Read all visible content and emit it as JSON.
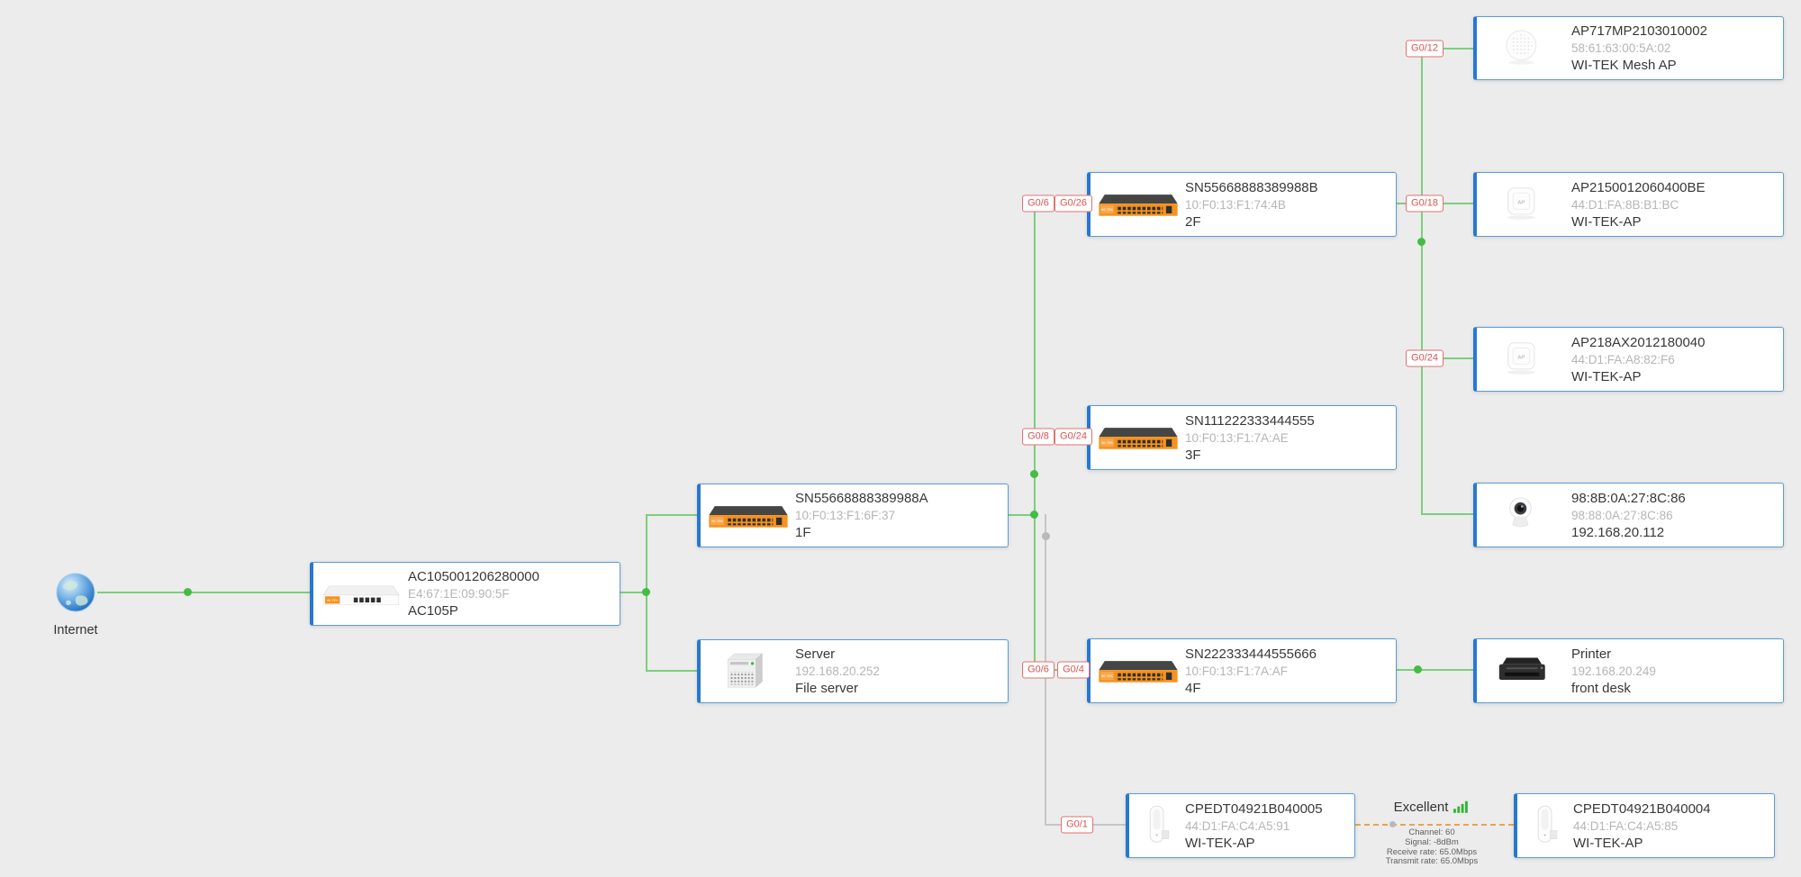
{
  "internet": {
    "label": "Internet",
    "icon": "globe-icon"
  },
  "nodes": {
    "ac": {
      "title": "AC105001206280000",
      "mac": "E4:67:1E:09:90:5F",
      "name": "AC105P",
      "icon": "router-icon"
    },
    "sw1f": {
      "title": "SN55668888389988A",
      "mac": "10:F0:13:F1:6F:37",
      "name": "1F",
      "icon": "switch-icon"
    },
    "server": {
      "title": "Server",
      "mac": "192.168.20.252",
      "name": "File server",
      "icon": "server-icon"
    },
    "sw2f": {
      "title": "SN55668888389988B",
      "mac": "10:F0:13:F1:74:4B",
      "name": "2F",
      "icon": "switch-icon"
    },
    "sw3f": {
      "title": "SN111222333444555",
      "mac": "10:F0:13:F1:7A:AE",
      "name": "3F",
      "icon": "switch-icon"
    },
    "sw4f": {
      "title": "SN222333444555666",
      "mac": "10:F0:13:F1:7A:AF",
      "name": "4F",
      "icon": "switch-icon"
    },
    "mesh_ap": {
      "title": "AP717MP2103010002",
      "mac": "58:61:63:00:5A:02",
      "name": "WI-TEK Mesh AP",
      "icon": "mesh-ap-icon"
    },
    "ap215": {
      "title": "AP2150012060400BE",
      "mac": "44:D1:FA:8B:B1:BC",
      "name": "WI-TEK-AP",
      "icon": "access-point-icon"
    },
    "ap218": {
      "title": "AP218AX2012180040",
      "mac": "44:D1:FA:A8:82:F6",
      "name": "WI-TEK-AP",
      "icon": "access-point-icon"
    },
    "camera": {
      "title": "98:8B:0A:27:8C:86",
      "mac": "98:88:0A:27:8C:86",
      "name": "192.168.20.112",
      "icon": "camera-icon"
    },
    "printer": {
      "title": "Printer",
      "mac": "192.168.20.249",
      "name": "front desk",
      "icon": "printer-icon"
    },
    "cpe05": {
      "title": "CPEDT04921B040005",
      "mac": "44:D1:FA:C4:A5:91",
      "name": "WI-TEK-AP",
      "icon": "cpe-icon"
    },
    "cpe04": {
      "title": "CPEDT04921B040004",
      "mac": "44:D1:FA:C4:A5:85",
      "name": "WI-TEK-AP",
      "icon": "cpe-icon"
    }
  },
  "ports": {
    "sw2f_uplink": "G0/6",
    "sw2f_local": "G0/26",
    "sw3f_uplink": "G0/8",
    "sw3f_local": "G0/24",
    "sw4f_uplink": "G0/6",
    "sw4f_local": "G0/4",
    "cpe_uplink": "G0/1",
    "mesh_port": "G0/12",
    "ap215_port": "G0/18",
    "ap218_port": "G0/24"
  },
  "wireless_link": {
    "quality": "Excellent",
    "channel": "Channel: 60",
    "signal": "Signal: -8dBm",
    "receive": "Receive rate: 65.0Mbps",
    "transmit": "Transmit rate: 65.0Mbps",
    "bars_icon": "signal-bars-icon"
  },
  "device_labels": {
    "switch_logo": "WI-TEK",
    "router_logo": "WI-TEK",
    "ap_badge": "AP"
  },
  "colors": {
    "canvas_background": "#ececec",
    "active_link": "#7ccf7c",
    "inactive_link": "#c6c6c6",
    "wireless_link": "#f0a04b",
    "card_border": "#5b9bd5",
    "card_accent": "#2878d0",
    "port_label": "#d9534f",
    "brand_orange": "#f6921e",
    "signal_bars": "#35b435"
  }
}
